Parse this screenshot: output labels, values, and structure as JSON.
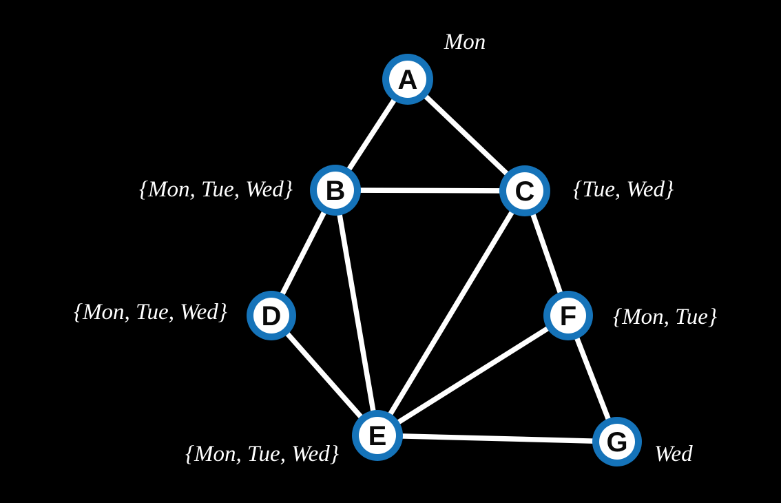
{
  "graph": {
    "nodes": [
      {
        "id": "A",
        "domain_label": "Mon"
      },
      {
        "id": "B",
        "domain_label": "{Mon, Tue, Wed}"
      },
      {
        "id": "C",
        "domain_label": "{Tue, Wed}"
      },
      {
        "id": "D",
        "domain_label": "{Mon, Tue, Wed}"
      },
      {
        "id": "E",
        "domain_label": "{Mon, Tue, Wed}"
      },
      {
        "id": "F",
        "domain_label": "{Mon, Tue}"
      },
      {
        "id": "G",
        "domain_label": "Wed"
      }
    ],
    "edges": [
      {
        "from": "A",
        "to": "B"
      },
      {
        "from": "A",
        "to": "C"
      },
      {
        "from": "B",
        "to": "C"
      },
      {
        "from": "B",
        "to": "D"
      },
      {
        "from": "B",
        "to": "E"
      },
      {
        "from": "C",
        "to": "E"
      },
      {
        "from": "C",
        "to": "F"
      },
      {
        "from": "D",
        "to": "E"
      },
      {
        "from": "E",
        "to": "F"
      },
      {
        "from": "E",
        "to": "G"
      },
      {
        "from": "F",
        "to": "G"
      }
    ]
  },
  "colors": {
    "background": "#000000",
    "edge": "#ffffff",
    "node_ring": "#1573b9",
    "node_fill": "#ffffff",
    "node_letter": "#0a0a0a",
    "label_text": "#ffffff"
  }
}
